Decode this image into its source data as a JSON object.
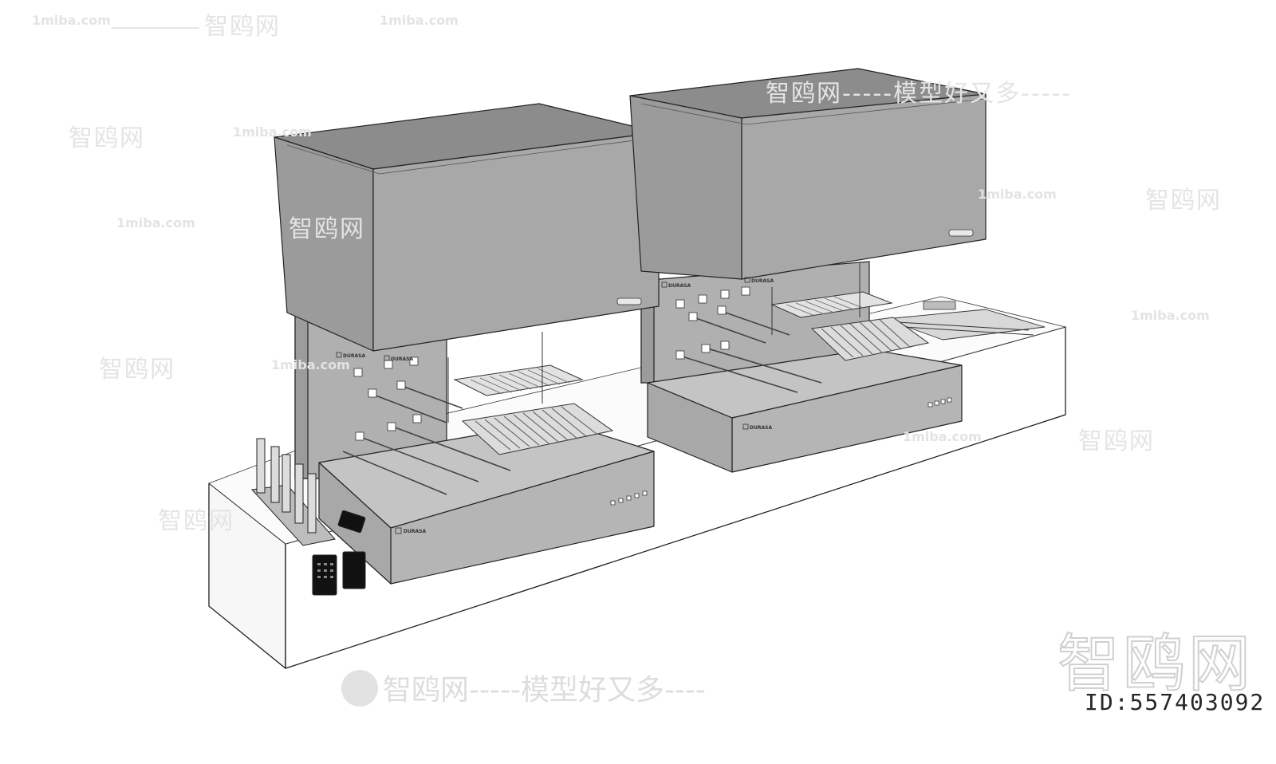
{
  "watermarks": {
    "site": "1miba.com",
    "brand_cn": "智鸥网",
    "slogan": "智鸥网-----模型好又多----",
    "slogan_top": "智鸥网-----模型好又多-----",
    "big_cn": "智鸥网",
    "id_label": "ID:557403092"
  },
  "product": {
    "brand_plate": "DURASA"
  },
  "colors": {
    "hood": "#a7a7a7",
    "hood_top": "#8d8d8d",
    "panel": "#b4b4b4",
    "counter": "#ffffff",
    "outline": "#222222",
    "steel": "#c9c9c9"
  }
}
